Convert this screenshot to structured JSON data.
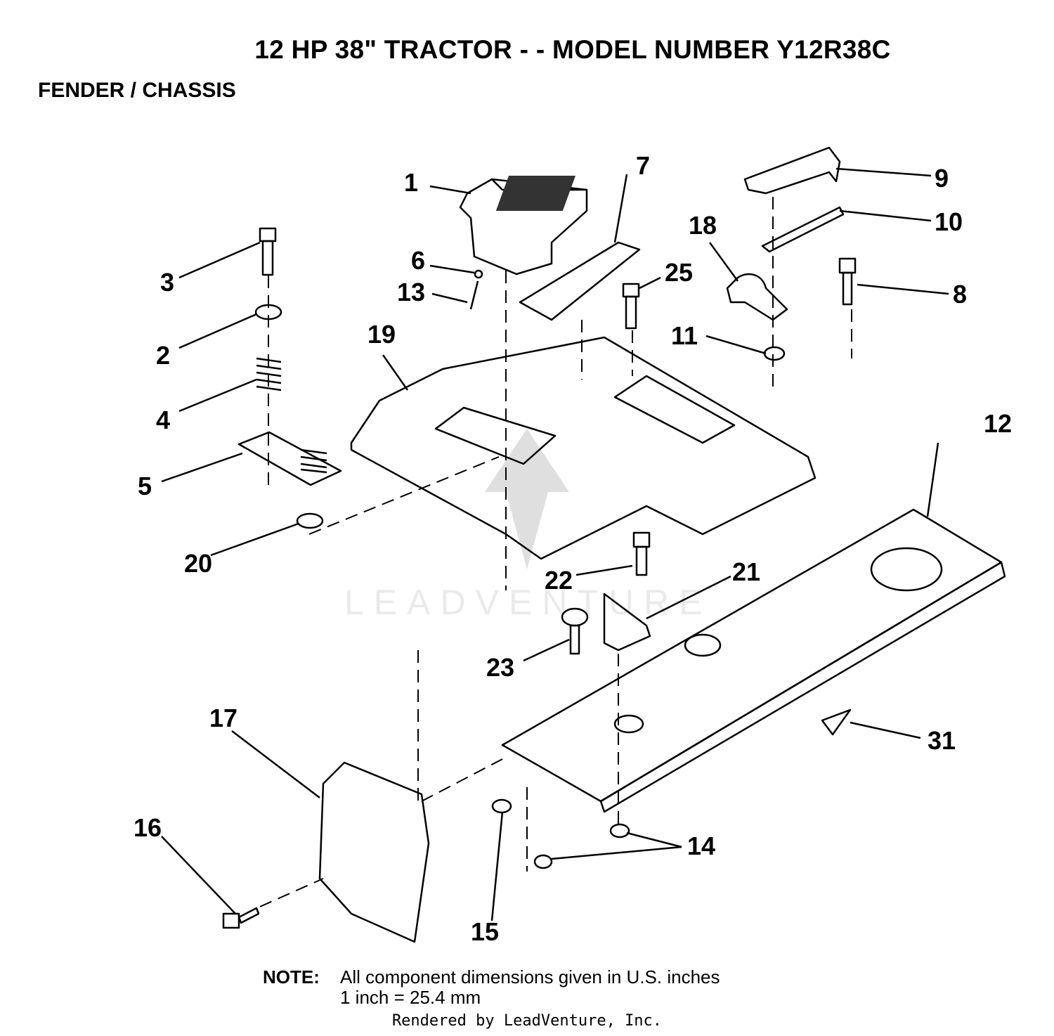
{
  "header": {
    "title": "12 HP 38\" TRACTOR - - MODEL NUMBER Y12R38C",
    "subtitle": "FENDER / CHASSIS"
  },
  "callouts": [
    "1",
    "2",
    "3",
    "4",
    "5",
    "6",
    "7",
    "8",
    "9",
    "10",
    "11",
    "12",
    "13",
    "14",
    "15",
    "16",
    "17",
    "18",
    "19",
    "20",
    "21",
    "22",
    "23",
    "25",
    "31"
  ],
  "watermark": "LEADVENTURE",
  "note": {
    "label": "NOTE:",
    "line1": "All component dimensions given in U.S. inches",
    "line2": "1 inch = 25.4 mm"
  },
  "footer": "Rendered by LeadVenture, Inc."
}
